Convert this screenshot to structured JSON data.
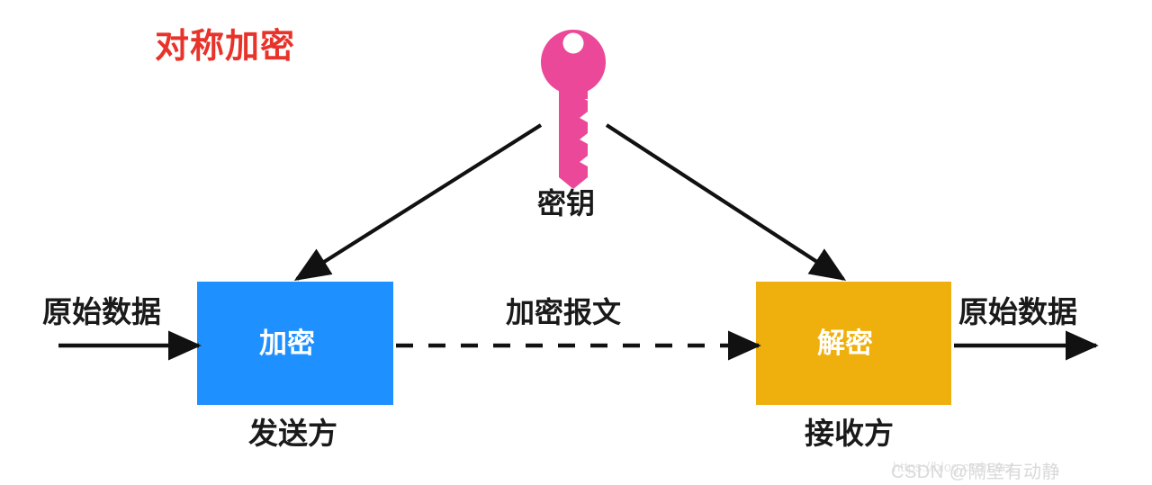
{
  "diagram": {
    "title": "对称加密",
    "title_color": "#e8332a",
    "background": "#ffffff",
    "key": {
      "label": "密钥",
      "color": "#ec4899",
      "hole_color": "#ffffff",
      "icon": "key-icon"
    },
    "nodes": [
      {
        "id": "encrypt",
        "label": "加密",
        "caption": "发送方",
        "fill": "#1e90ff",
        "text_color": "#ffffff"
      },
      {
        "id": "decrypt",
        "label": "解密",
        "caption": "接收方",
        "fill": "#efaf0c",
        "text_color": "#ffffff"
      }
    ],
    "flows": [
      {
        "id": "input-plaintext",
        "label": "原始数据",
        "style": "solid",
        "color": "#111111"
      },
      {
        "id": "ciphertext",
        "label": "加密报文",
        "style": "dashed",
        "color": "#111111"
      },
      {
        "id": "output-plaintext",
        "label": "原始数据",
        "style": "solid",
        "color": "#111111"
      }
    ],
    "key_links": [
      {
        "id": "key-to-encrypt",
        "style": "solid",
        "color": "#111111"
      },
      {
        "id": "key-to-decrypt",
        "style": "solid",
        "color": "#111111"
      }
    ]
  },
  "watermark": {
    "url": "https://blog.csdn.net",
    "text": "CSDN @隔壁有动静"
  }
}
